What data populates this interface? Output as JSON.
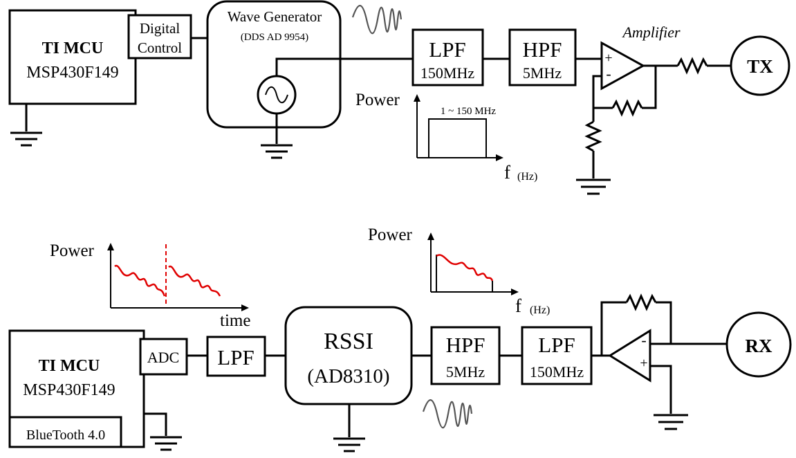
{
  "tx": {
    "mcu": {
      "line1": "TI MCU",
      "line2": "MSP430F149"
    },
    "digital_control": {
      "line1": "Digital",
      "line2": "Control"
    },
    "wave_generator": {
      "title": "Wave Generator",
      "subtitle": "(DDS AD 9954)"
    },
    "lpf": {
      "label": "LPF",
      "freq": "150MHz"
    },
    "hpf": {
      "label": "HPF",
      "freq": "5MHz"
    },
    "amplifier": {
      "label": "Amplifier",
      "plus": "+",
      "minus": "-"
    },
    "antenna": "TX",
    "spectrum": {
      "ylabel": "Power",
      "band": "1 ~ 150 MHz",
      "xlabel": "f",
      "xunit": "(Hz)"
    }
  },
  "rx": {
    "mcu": {
      "line1": "TI MCU",
      "line2": "MSP430F149"
    },
    "adc": "ADC",
    "bluetooth": "BlueTooth 4.0",
    "lpf_left": {
      "label": "LPF"
    },
    "rssi": {
      "title": "RSSI",
      "subtitle": "(AD8310)"
    },
    "hpf": {
      "label": "HPF",
      "freq": "5MHz"
    },
    "lpf_right": {
      "label": "LPF",
      "freq": "150MHz"
    },
    "amplifier": {
      "plus": "+",
      "minus": "-"
    },
    "antenna": "RX",
    "time_plot": {
      "ylabel": "Power",
      "xlabel": "time"
    },
    "spectrum": {
      "ylabel": "Power",
      "xlabel": "f",
      "xunit": "(Hz)"
    }
  },
  "colors": {
    "line": "#000000",
    "signal": "#e00000",
    "waveform": "#555555"
  }
}
